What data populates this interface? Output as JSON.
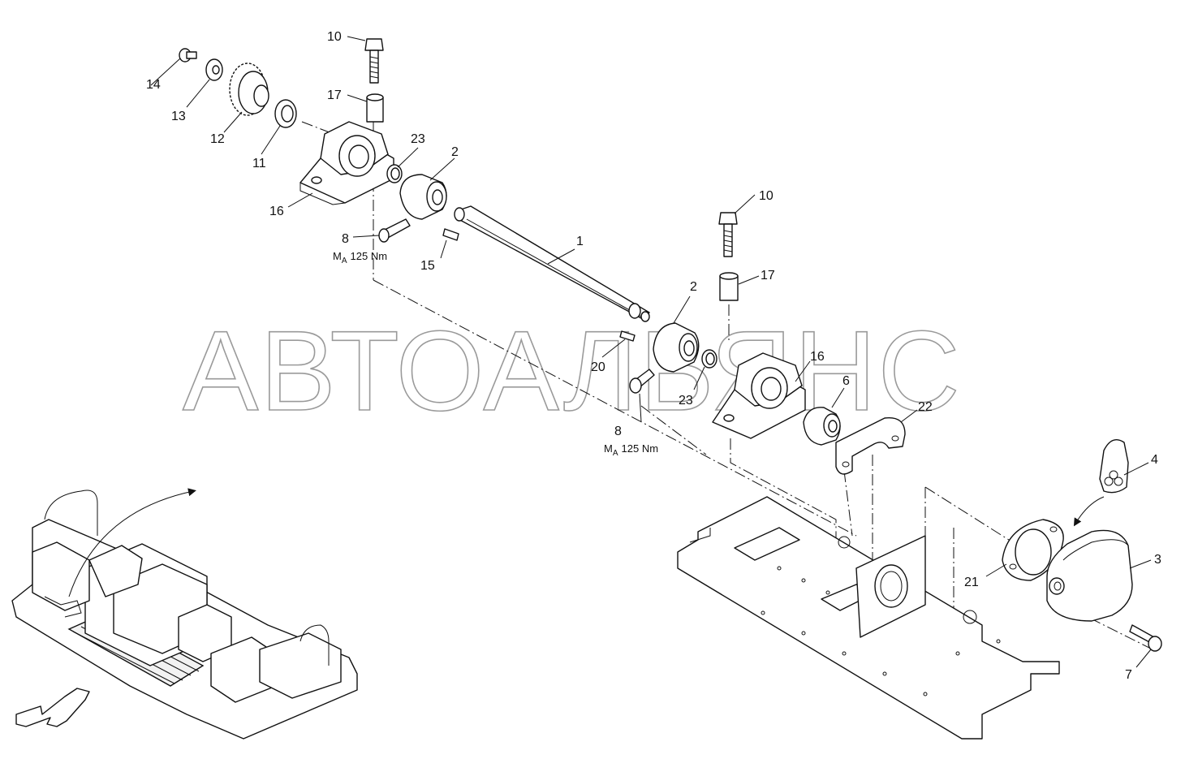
{
  "watermark": "АВТОАЛЬЯНС",
  "torque": {
    "prefix": "M",
    "sub": "A",
    "value": "125 Nm"
  },
  "labels": {
    "p1": "1",
    "p2a": "2",
    "p2b": "2",
    "p3": "3",
    "p4": "4",
    "p6": "6",
    "p7": "7",
    "p8a": "8",
    "p8b": "8",
    "p10a": "10",
    "p10b": "10",
    "p11": "11",
    "p12": "12",
    "p13": "13",
    "p14": "14",
    "p15": "15",
    "p16a": "16",
    "p16b": "16",
    "p17a": "17",
    "p17b": "17",
    "p20": "20",
    "p21": "21",
    "p22": "22",
    "p23a": "23",
    "p23b": "23"
  }
}
